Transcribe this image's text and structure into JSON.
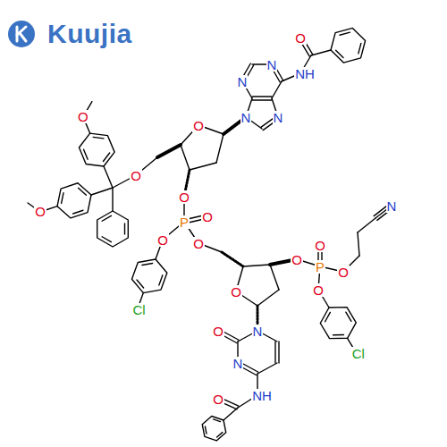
{
  "diagram": {
    "labels": [
      "Kuujia",
      "N",
      "N",
      "N",
      "N",
      "NH",
      "O",
      "O",
      "O",
      "O",
      "O",
      "O",
      "P",
      "O",
      "O",
      "Cl",
      "O",
      "O",
      "N",
      "N",
      "O",
      "NH",
      "O",
      "O",
      "P",
      "O",
      "O",
      "N",
      "O",
      "Cl"
    ]
  }
}
